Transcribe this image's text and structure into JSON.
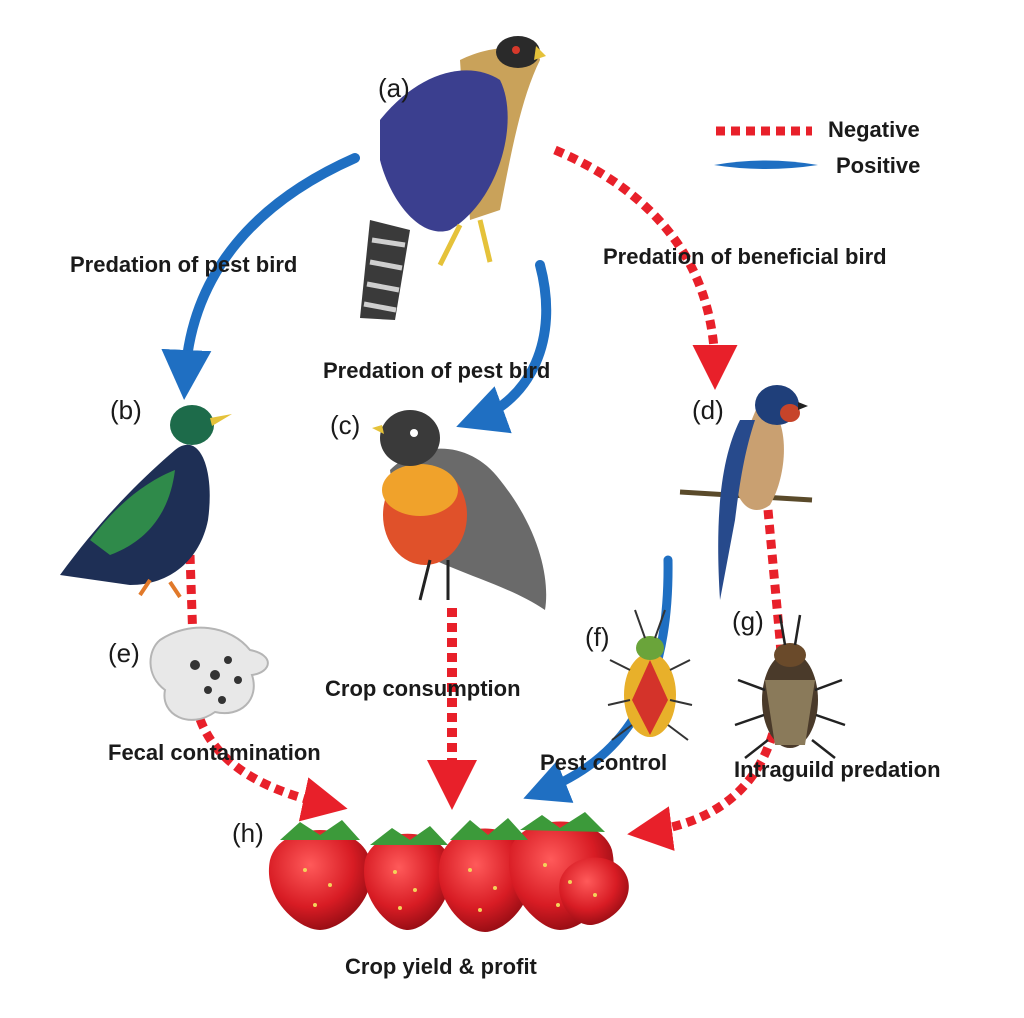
{
  "legend": {
    "negative": {
      "label": "Negative",
      "color": "#e8202a"
    },
    "positive": {
      "label": "Positive",
      "color": "#1f6fc2"
    }
  },
  "nodes": {
    "a": {
      "letter": "(a)",
      "organism": "hawk"
    },
    "b": {
      "letter": "(b)",
      "organism": "starling"
    },
    "c": {
      "letter": "(c)",
      "organism": "robin"
    },
    "d": {
      "letter": "(d)",
      "organism": "swallow"
    },
    "e": {
      "letter": "(e)",
      "organism": "feces"
    },
    "f": {
      "letter": "(f)",
      "organism": "pest-bug"
    },
    "g": {
      "letter": "(g)",
      "organism": "predatory-bug"
    },
    "h": {
      "letter": "(h)",
      "organism": "strawberries"
    }
  },
  "edges": {
    "a_b": {
      "label": "Predation of pest bird",
      "effect": "positive"
    },
    "a_c": {
      "label": "Predation of pest bird",
      "effect": "positive"
    },
    "a_d": {
      "label": "Predation of beneficial bird",
      "effect": "negative"
    },
    "b_h": {
      "label": "Fecal contamination",
      "effect": "negative"
    },
    "c_h": {
      "label": "Crop consumption",
      "effect": "negative"
    },
    "f_h": {
      "label": "Pest control",
      "effect": "positive"
    },
    "g_h": {
      "label": "Intraguild predation",
      "effect": "negative"
    }
  },
  "outcome": {
    "label": "Crop yield & profit"
  }
}
